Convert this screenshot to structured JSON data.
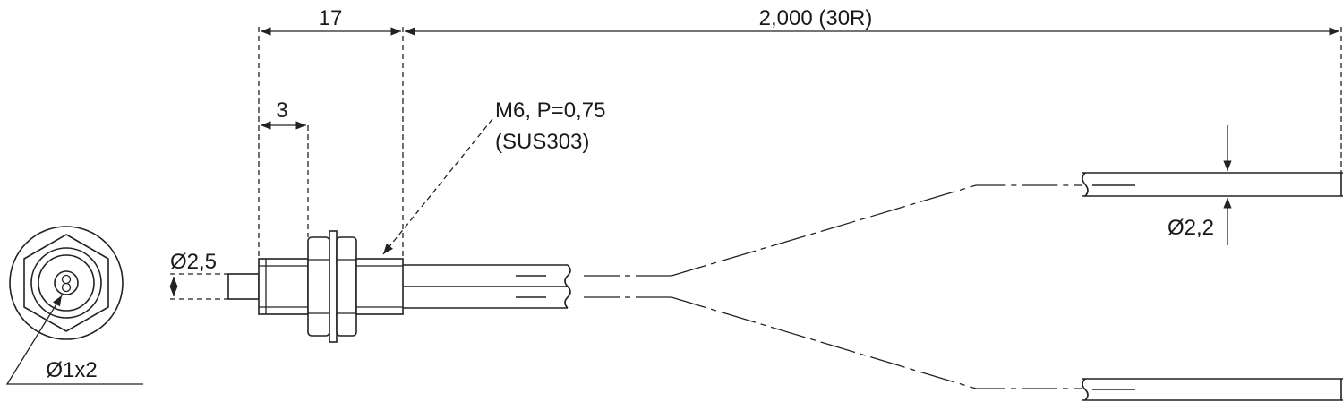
{
  "dimensions": {
    "head_length": "17",
    "cable_length": "2,000 (30R)",
    "tip_length": "3",
    "thread_spec_line1": "M6, P=0,75",
    "thread_spec_line2": "(SUS303)",
    "tip_diameter": "Ø2,5",
    "cable_diameter": "Ø2,2",
    "fiber_core": "Ø1x2"
  }
}
